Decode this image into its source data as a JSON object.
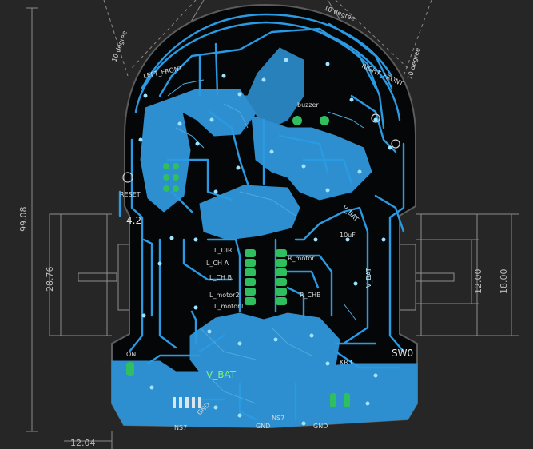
{
  "dimensions": {
    "height_total": "99.08",
    "motor_span": "28.76",
    "motor_small": "12.00",
    "motor_large": "18.00",
    "bottom_width": "12.04"
  },
  "silkscreen": {
    "angle_left": "10 degree",
    "angle_right": "10 degree",
    "angle_top": "10 degree",
    "left_front": "LEFT_FRONT",
    "right_front": "RIGHT_FRONT",
    "buzzer": "buzzer",
    "reset": "RESET",
    "value_42": "4.2",
    "l_dir": "L_DIR",
    "l_ch_a": "L_CH A",
    "l_ch_b": "L_CH B",
    "l_motor": "L_motor2",
    "l_motor1": "L_motor1",
    "r_motor": "R_motor",
    "r_chb": "R_CHB",
    "on": "ON",
    "sw0": "SW0",
    "kr": "KR3",
    "v_bat_main": "V_BAT",
    "v_bat_right": "V_BAT",
    "v_bat_bottom": "V_BAT",
    "gnd1": "GND",
    "gnd2": "GND",
    "gnd3": "GND",
    "ns1": "NS7",
    "ns2": "NS7",
    "hz": "10uF"
  },
  "colors": {
    "background": "#262626",
    "board": "#050607",
    "copper_top": "#2c8fd0",
    "trace": "#2a9be3",
    "pad": "#2fbf5f",
    "dimension": "#9a9a9a"
  }
}
